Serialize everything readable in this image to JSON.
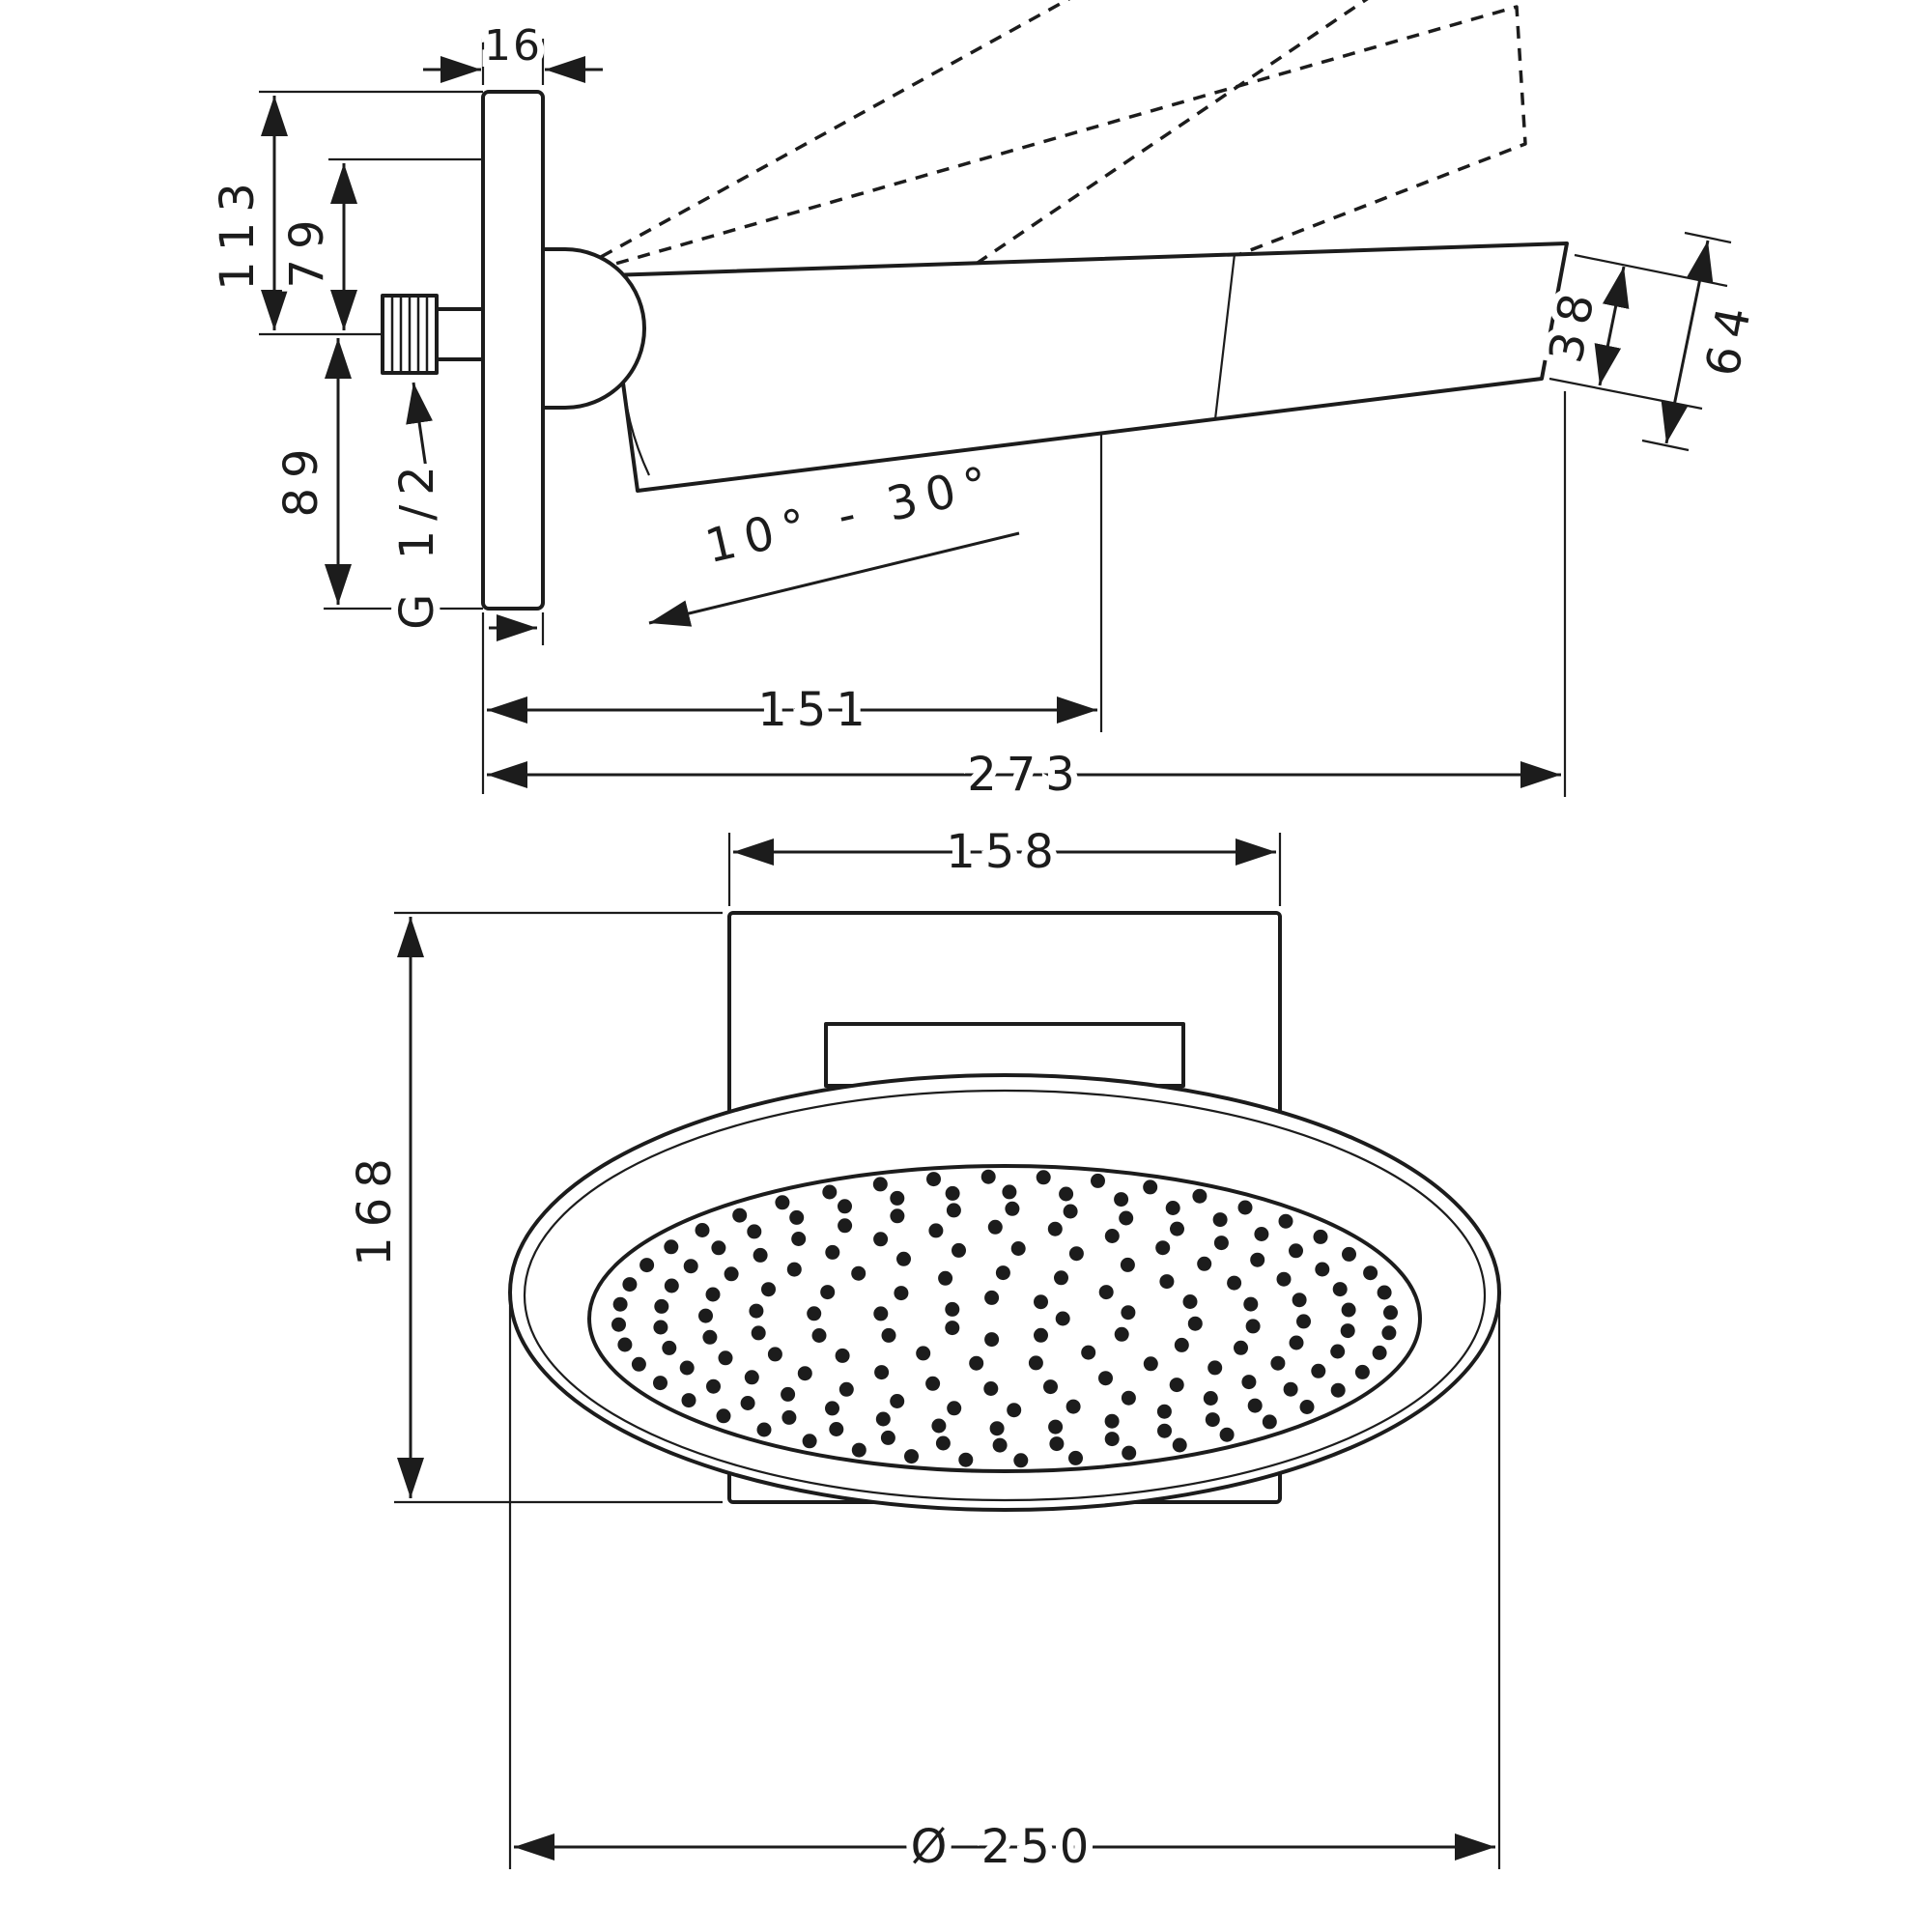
{
  "colors": {
    "line": "#1c1c1c",
    "background": "#ffffff"
  },
  "side_view": {
    "plate_thickness": "16",
    "plate_top_to_inlet": "113",
    "pivot_to_inlet": "79",
    "inlet_to_plate_bottom": "89",
    "inlet_thread": "G 1/2",
    "tilt_range": "10° - 30°",
    "wall_to_head_center": "151",
    "total_projection": "273",
    "head_rim_thickness": "38",
    "head_depth": "64"
  },
  "front_view": {
    "plate_width": "158",
    "plate_height": "168",
    "head_diameter": "Ø 250"
  }
}
